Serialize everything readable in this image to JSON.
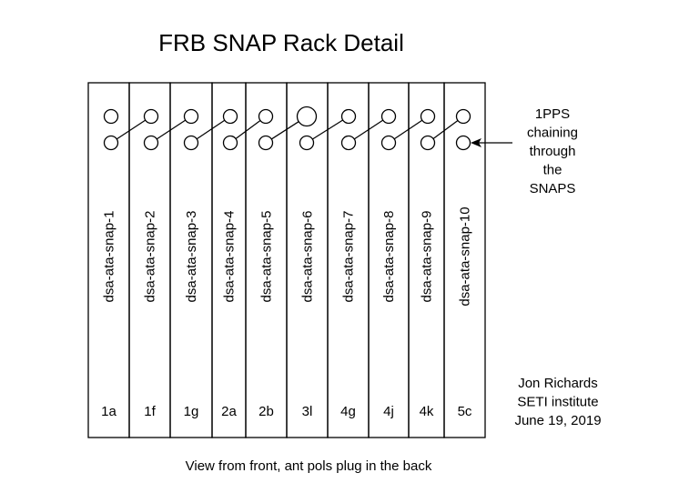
{
  "title": "FRB SNAP Rack Detail",
  "snaps": [
    {
      "name": "dsa-ata-snap-1",
      "code": "1a"
    },
    {
      "name": "dsa-ata-snap-2",
      "code": "1f"
    },
    {
      "name": "dsa-ata-snap-3",
      "code": "1g"
    },
    {
      "name": "dsa-ata-snap-4",
      "code": "2a"
    },
    {
      "name": "dsa-ata-snap-5",
      "code": "2b"
    },
    {
      "name": "dsa-ata-snap-6",
      "code": "3l"
    },
    {
      "name": "dsa-ata-snap-7",
      "code": "4g"
    },
    {
      "name": "dsa-ata-snap-8",
      "code": "4j"
    },
    {
      "name": "dsa-ata-snap-9",
      "code": "4k"
    },
    {
      "name": "dsa-ata-snap-10",
      "code": "5c"
    }
  ],
  "pps_note": [
    "1PPS",
    "chaining",
    "through",
    "the",
    "SNAPS"
  ],
  "author": [
    "Jon Richards",
    "SETI institute",
    "June 19, 2019"
  ],
  "caption": "View from front, ant pols plug in the back",
  "colors": {
    "stroke": "#000000",
    "background": "#ffffff"
  }
}
